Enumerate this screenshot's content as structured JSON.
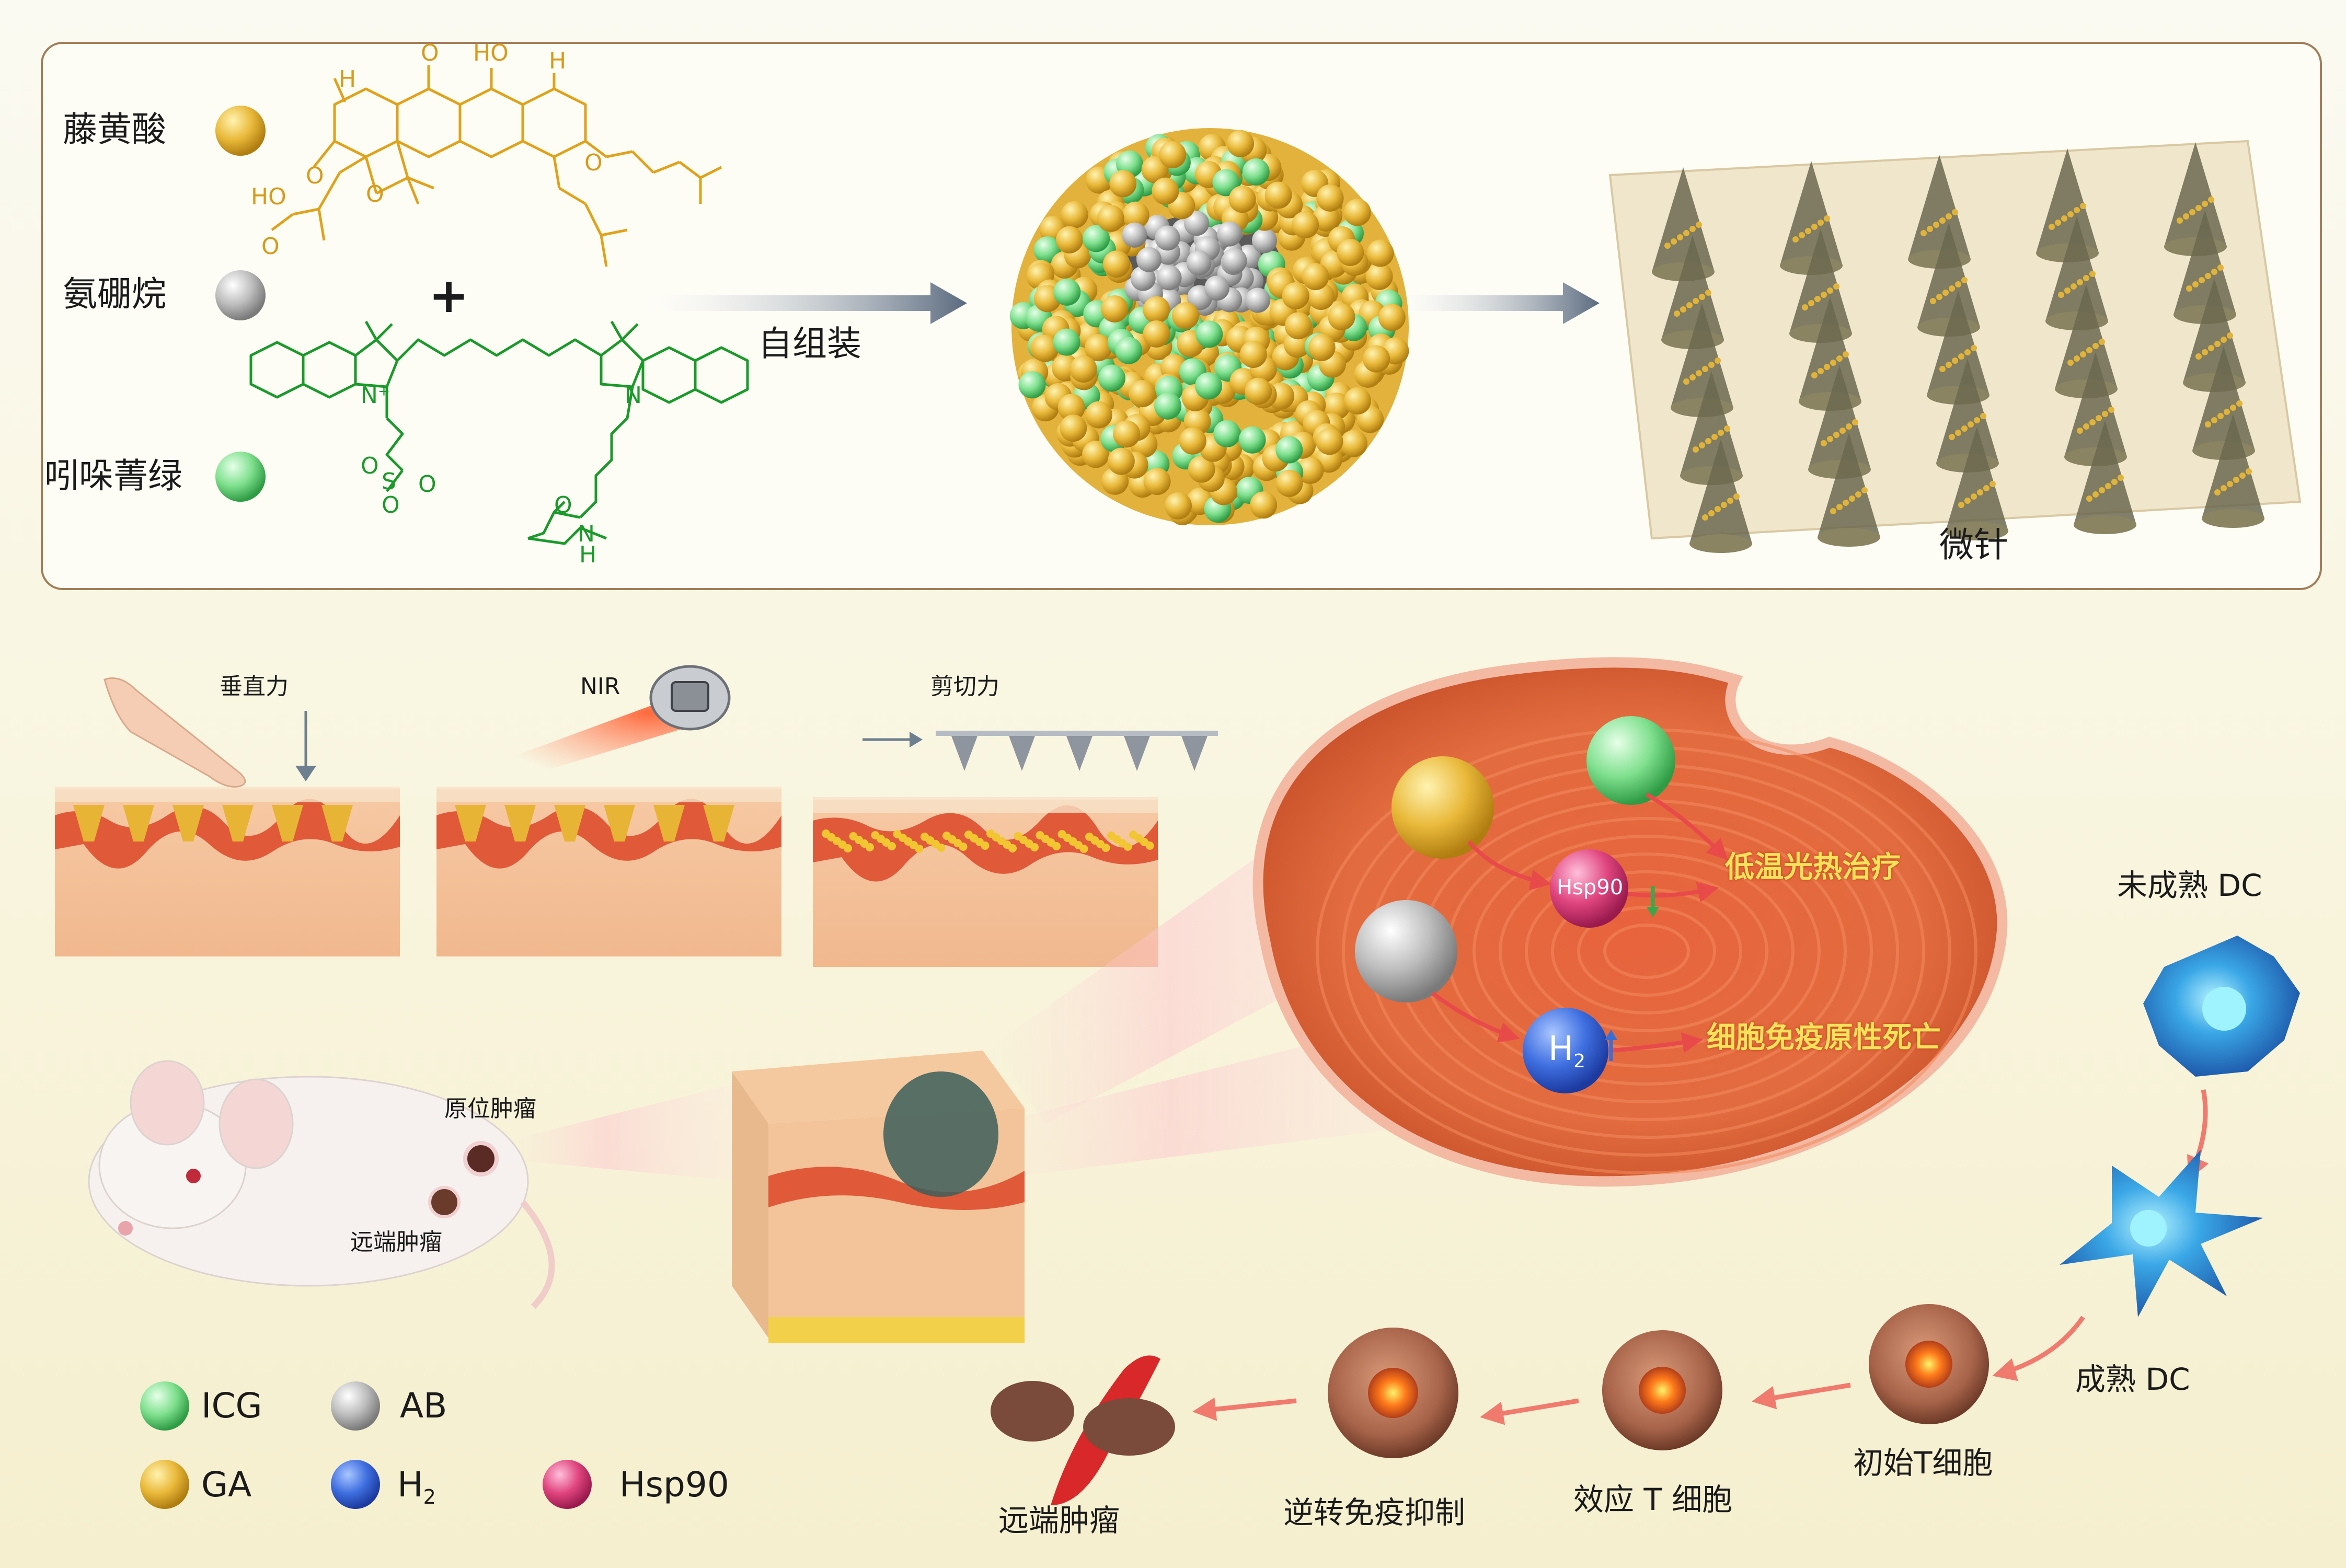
{
  "top_panel": {
    "component_gambogic_acid": "藤黄酸",
    "component_ammonia_borane": "氨硼烷",
    "component_indocyanine_green": "吲哚菁绿",
    "plus_sign": "+",
    "self_assembly_label": "自组装",
    "microneedle_label": "微针",
    "molecule_atoms": {
      "h_top_left": "H",
      "o_top": "O",
      "ho_top": "HO",
      "h_top_right": "H",
      "o_ring_left": "O",
      "ho_acid": "HO",
      "o_acid": "O",
      "o_bridge": "O",
      "o_pyran": "O",
      "icg_n_plus": "N⁺",
      "icg_n": "N",
      "icg_s": "S",
      "icg_o1": "O",
      "icg_o2": "O",
      "icg_o3": "O",
      "icg_amide_o": "O",
      "icg_amide_n": "N",
      "icg_amide_h": "H"
    },
    "colors": {
      "ga": "#e9b93a",
      "ab": "#b8b8b8",
      "icg": "#7fe08e",
      "icg_structure": "#1a9a2a",
      "ga_structure": "#e0a21a"
    }
  },
  "bottom_panel": {
    "vertical_force": "垂直力",
    "nir": "NIR",
    "shear_force": "剪切力",
    "primary_tumor": "原位肿瘤",
    "distant_tumor_mouse": "远端肿瘤",
    "hsp90_label": "Hsp90",
    "h2_label": "H",
    "h2_subscript": "2",
    "low_temp_ptt": "低温光热治疗",
    "icd": "细胞免疫原性死亡",
    "immature_dc": "未成熟 DC",
    "mature_dc": "成熟 DC",
    "naive_t": "初始T细胞",
    "effector_t": "效应 T 细胞",
    "reverse_immunosuppression": "逆转免疫抑制",
    "distant_tumor_end": "远端肿瘤"
  },
  "legend": {
    "items": [
      {
        "label": "ICG",
        "sub": "",
        "color": "#7fe08e"
      },
      {
        "label": "AB",
        "sub": "",
        "color": "#a9a9a9"
      },
      {
        "label": "GA",
        "sub": "",
        "color": "#e9b93a"
      },
      {
        "label": "H",
        "sub": "2",
        "color": "#3f6fe0"
      },
      {
        "label": "Hsp90",
        "sub": "",
        "color": "#e0457f"
      }
    ]
  }
}
